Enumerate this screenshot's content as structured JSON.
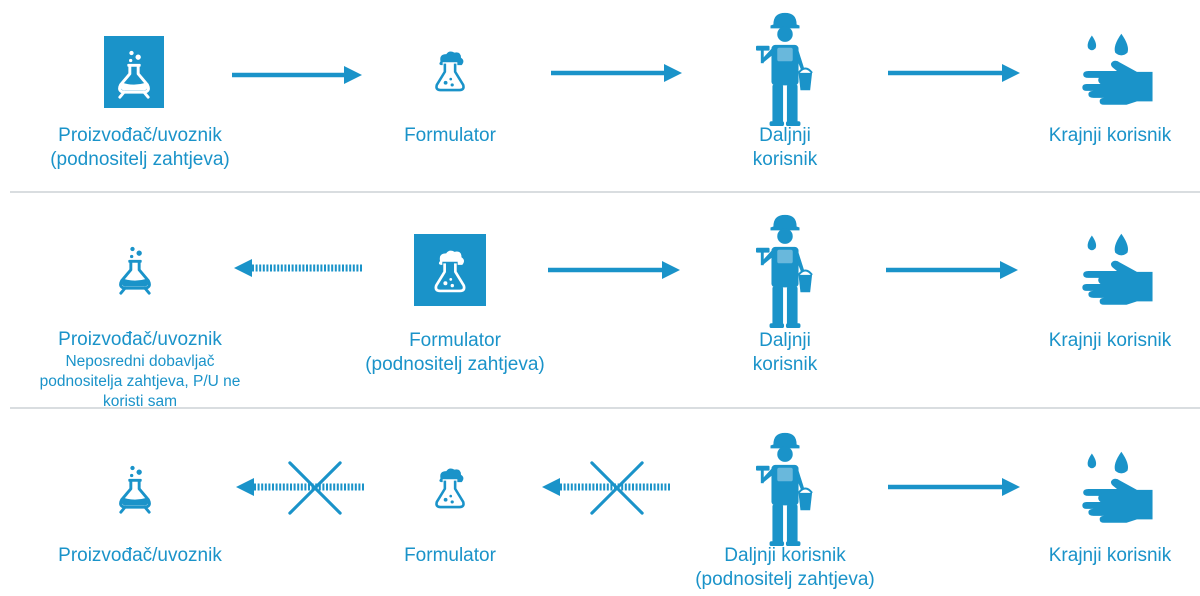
{
  "colors": {
    "accent": "#1a93c9",
    "separator": "#d9dde0",
    "icon_box_fg": "#ffffff"
  },
  "rows": [
    {
      "actors": [
        {
          "icon": "flask-bubbles-icon",
          "boxed": true,
          "lines": [
            "Proizvođač/uvoznik",
            "(podnositelj zahtjeva)"
          ]
        },
        {
          "icon": "flask-foam-icon",
          "boxed": false,
          "lines": [
            "Formulator"
          ]
        },
        {
          "icon": "worker-icon",
          "boxed": false,
          "lines": [
            "Daljnji",
            "korisnik"
          ]
        },
        {
          "icon": "hand-drops-icon",
          "boxed": false,
          "lines": [
            "Krajnji korisnik"
          ]
        }
      ],
      "note_lines": []
    },
    {
      "actors": [
        {
          "icon": "flask-bubbles-icon",
          "boxed": false,
          "lines": [
            "Proizvođač/uvoznik"
          ]
        },
        {
          "icon": "flask-foam-icon",
          "boxed": true,
          "lines": [
            "Formulator",
            "(podnositelj zahtjeva)"
          ]
        },
        {
          "icon": "worker-icon",
          "boxed": false,
          "lines": [
            "Daljnji",
            "korisnik"
          ]
        },
        {
          "icon": "hand-drops-icon",
          "boxed": false,
          "lines": [
            "Krajnji korisnik"
          ]
        }
      ],
      "note_lines": [
        "Neposredni dobavljač",
        "podnositelja zahtjeva, P/U ne",
        "koristi sam"
      ]
    },
    {
      "actors": [
        {
          "icon": "flask-bubbles-icon",
          "boxed": false,
          "lines": [
            "Proizvođač/uvoznik"
          ]
        },
        {
          "icon": "flask-foam-icon",
          "boxed": false,
          "lines": [
            "Formulator"
          ]
        },
        {
          "icon": "worker-icon",
          "boxed": false,
          "lines": [
            "Daljnji korisnik",
            "(podnositelj zahtjeva)"
          ]
        },
        {
          "icon": "hand-drops-icon",
          "boxed": false,
          "lines": [
            "Krajnji korisnik"
          ]
        }
      ],
      "note_lines": []
    }
  ]
}
